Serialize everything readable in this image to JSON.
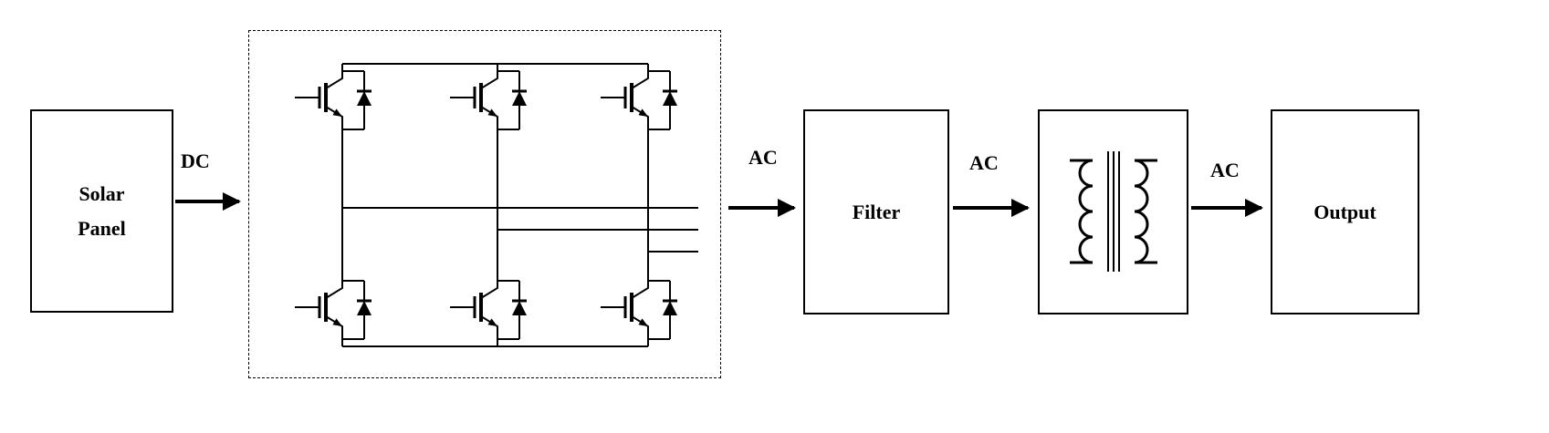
{
  "diagram": {
    "blocks": {
      "solar_panel": {
        "label": "Solar\nPanel"
      },
      "filter": {
        "label": "Filter"
      },
      "output": {
        "label": "Output"
      }
    },
    "labels": {
      "dc": "DC",
      "ac1": "AC",
      "ac2": "AC",
      "ac3": "AC"
    },
    "icons": {
      "inverter": "three-phase-igbt-bridge-icon",
      "transformer": "transformer-icon"
    },
    "colors": {
      "line": "#000000",
      "background": "#ffffff"
    }
  }
}
